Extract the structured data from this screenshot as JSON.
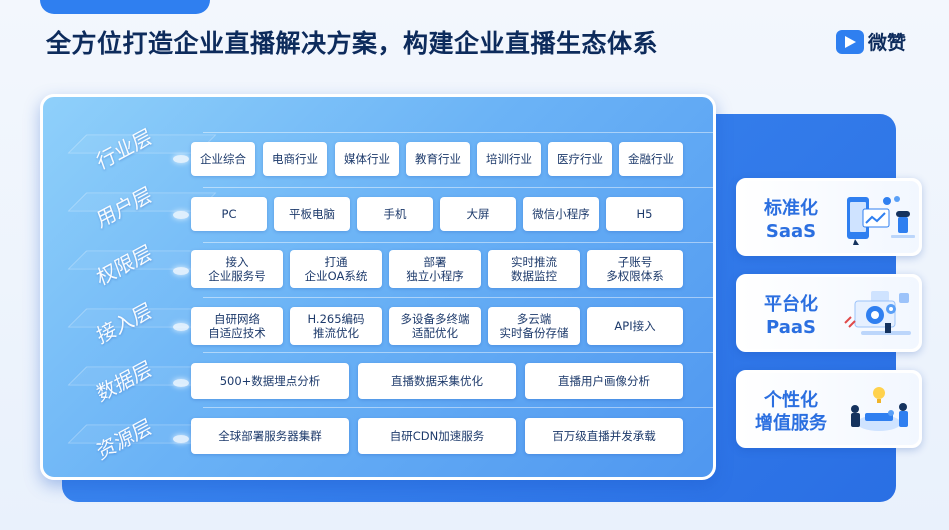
{
  "header": {
    "title": "全方位打造企业直播解决方案，构建企业直播生态体系",
    "logo_text": "微赞",
    "logo_icon": "play-triangle-icon"
  },
  "layers": [
    {
      "label": "行业层",
      "items": [
        "企业综合",
        "电商行业",
        "媒体行业",
        "教育行业",
        "培训行业",
        "医疗行业",
        "金融行业"
      ]
    },
    {
      "label": "用户层",
      "items": [
        "PC",
        "平板电脑",
        "手机",
        "大屏",
        "微信小程序",
        "H5"
      ]
    },
    {
      "label": "权限层",
      "items": [
        "接入\n企业服务号",
        "打通\n企业OA系统",
        "部署\n独立小程序",
        "实时推流\n数据监控",
        "子账号\n多权限体系"
      ]
    },
    {
      "label": "接入层",
      "items": [
        "自研网络\n自适应技术",
        "H.265编码\n推流优化",
        "多设备多终端\n适配优化",
        "多云端\n实时备份存储",
        "API接入"
      ]
    },
    {
      "label": "数据层",
      "items": [
        "500+数据埋点分析",
        "直播数据采集优化",
        "直播用户画像分析"
      ]
    },
    {
      "label": "资源层",
      "items": [
        "全球部署服务器集群",
        "自研CDN加速服务",
        "百万级直播并发承载"
      ]
    }
  ],
  "services": [
    {
      "title": "标准化\nSaaS",
      "icon": "mobile-dashboard-illustration"
    },
    {
      "title": "平台化\nPaaS",
      "icon": "gear-platform-illustration"
    },
    {
      "title": "个性化\n增值服务",
      "icon": "team-meeting-illustration"
    }
  ],
  "colors": {
    "accent": "#2f7ff0",
    "title": "#0d2b5c",
    "service_text": "#2b6fe0"
  }
}
